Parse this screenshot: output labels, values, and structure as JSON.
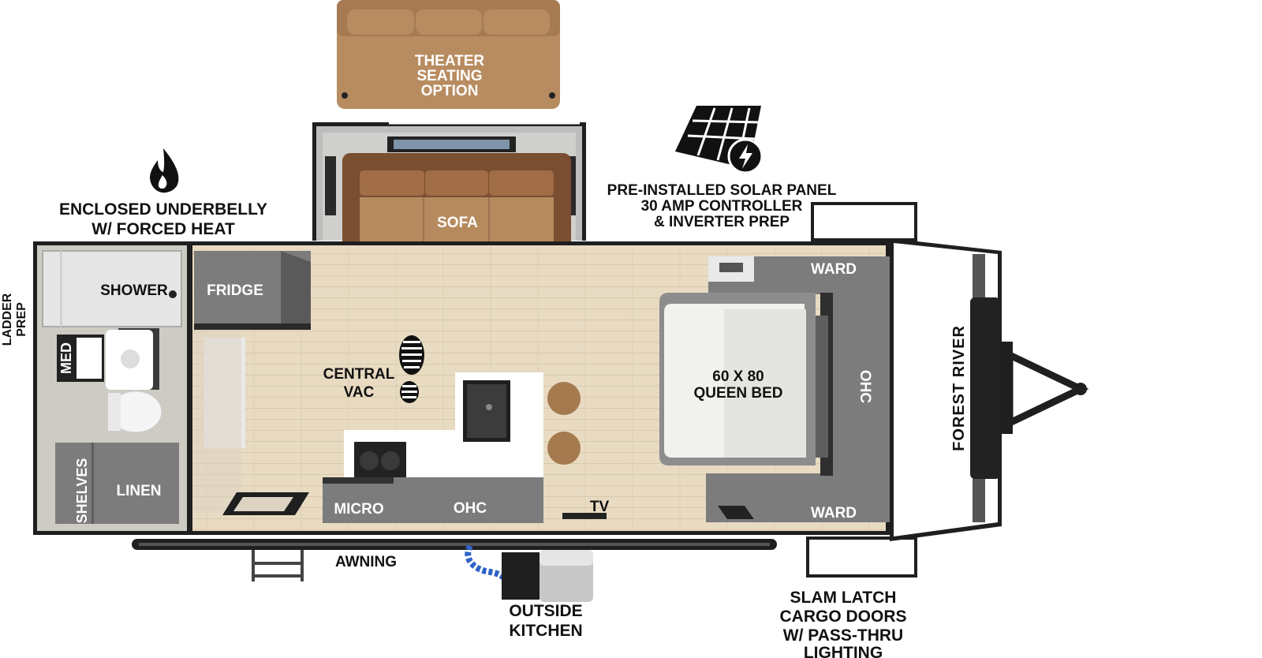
{
  "labels": {
    "theater": [
      "THEATER",
      "SEATING",
      "OPTION"
    ],
    "sofa": "SOFA",
    "solar": [
      "PRE-INSTALLED SOLAR PANEL",
      "30 AMP CONTROLLER",
      "& INVERTER PREP"
    ],
    "underbelly": [
      "ENCLOSED UNDERBELLY",
      "W/ FORCED HEAT"
    ],
    "ladder": [
      "LADDER",
      "PREP"
    ],
    "shower": "SHOWER",
    "fridge": "FRIDGE",
    "med": "MED",
    "central_vac": [
      "CENTRAL",
      "VAC"
    ],
    "bed": [
      "60 X 80",
      "QUEEN BED"
    ],
    "ohc_front": "OHC",
    "brand": "FOREST RIVER",
    "ward_top": "WARD",
    "ward_bottom": "WARD",
    "shelves": "SHELVES",
    "linen": "LINEN",
    "micro": "MICRO",
    "ohc_galley": "OHC",
    "tv": "TV",
    "awning": "AWNING",
    "outside_kitchen": [
      "OUTSIDE",
      "KITCHEN"
    ],
    "cargo": [
      "SLAM LATCH",
      "CARGO DOORS",
      "W/ PASS-THRU",
      "LIGHTING"
    ]
  },
  "icons": {
    "flame": "flame-icon",
    "solar": "solar-panel-icon",
    "boot": "boot-print-icon"
  },
  "colors": {
    "floor": "#e6d8bd",
    "cabinet": "#7c7c7c",
    "sofa": "#b68a5e",
    "sofa_back": "#7a4e31",
    "wall": "#1f1f1f",
    "bath_floor": "#cfcdc6",
    "bed": "#f1f1ee"
  }
}
